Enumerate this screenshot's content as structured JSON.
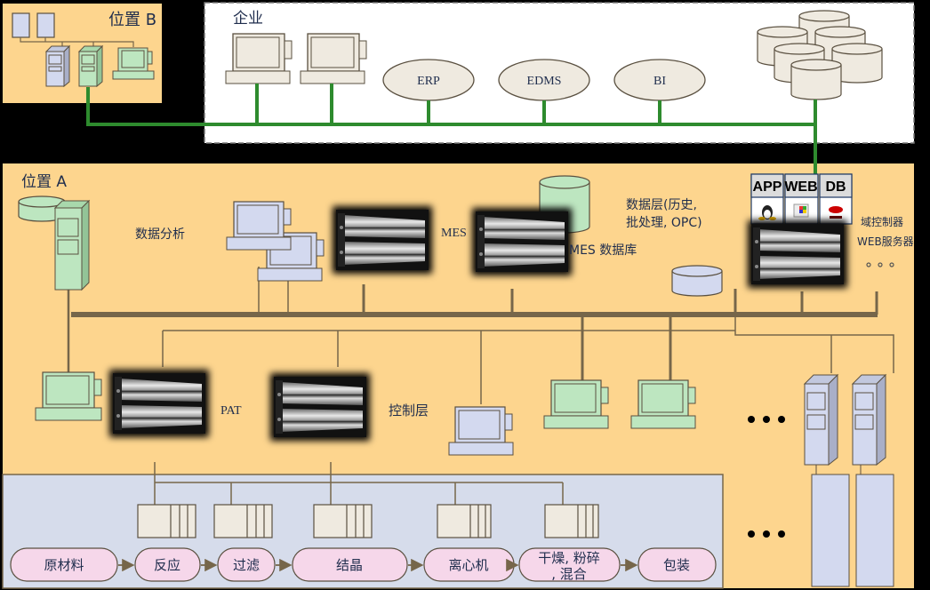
{
  "zones": {
    "location_b": {
      "label": "位置 B"
    },
    "enterprise": {
      "label": "企业",
      "systems": [
        "ERP",
        "EDMS",
        "BI"
      ]
    },
    "location_a": {
      "label": "位置 A"
    }
  },
  "labels": {
    "data_analysis": "数据分析",
    "mes": "MES",
    "mes_db": "MES 数据库",
    "data_layer_1": "数据层(历史,",
    "data_layer_2": "批处理, OPC)",
    "domain_controller": "域控制器",
    "web_server": "WEB服务器",
    "ellipsis_small": "。。。",
    "pat": "PAT",
    "control_layer": "控制层"
  },
  "server_tags": [
    {
      "label": "APP",
      "icon": "linux-penguin-icon"
    },
    {
      "label": "WEB",
      "icon": "windows-icon"
    },
    {
      "label": "DB",
      "icon": "redhat-icon"
    }
  ],
  "process_steps": [
    {
      "label": "原材料"
    },
    {
      "label": "反应"
    },
    {
      "label": "过滤"
    },
    {
      "label": "结晶"
    },
    {
      "label": "离心机"
    },
    {
      "label": "干燥, 粉碎",
      "label2": ", 混合"
    },
    {
      "label": "包装"
    }
  ],
  "colors": {
    "zone_orange": "#fdd58e",
    "process_blue": "#d6dceb",
    "enterprise_green": "#2e8b2e",
    "bus_brown": "#76664a",
    "device_green": "#bde6c0",
    "device_blue": "#d3d9ef",
    "device_beige": "#efeae0",
    "process_pink": "#f6d7ea"
  }
}
